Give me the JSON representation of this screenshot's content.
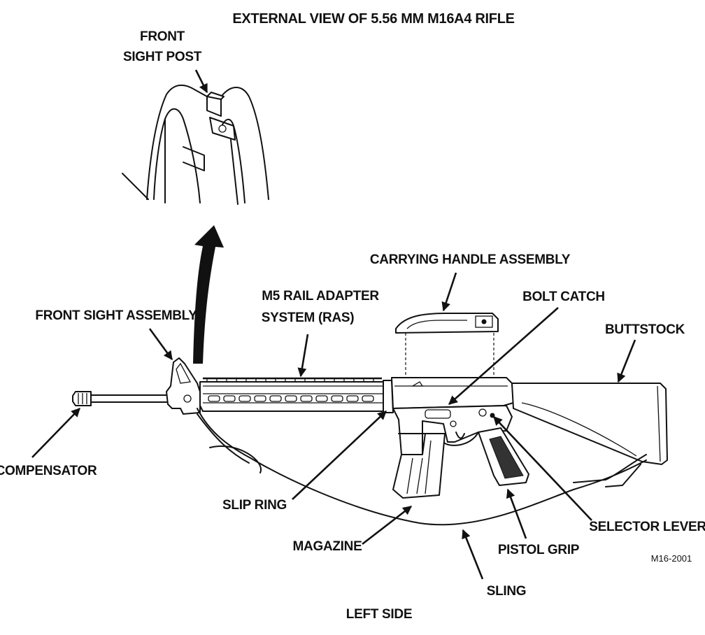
{
  "title": "EXTERNAL VIEW OF 5.56 MM M16A4 RIFLE",
  "labels": {
    "front_sight_post_1": "FRONT",
    "front_sight_post_2": "SIGHT POST",
    "carrying_handle": "CARRYING HANDLE ASSEMBLY",
    "rail_1": "M5 RAIL ADAPTER",
    "rail_2": "SYSTEM (RAS)",
    "bolt_catch": "BOLT CATCH",
    "front_sight_assembly": "FRONT SIGHT ASSEMBLY",
    "buttstock": "BUTTSTOCK",
    "compensator": "COMPENSATOR",
    "slip_ring": "SLIP RING",
    "selector_lever": "SELECTOR LEVER",
    "magazine": "MAGAZINE",
    "pistol_grip": "PISTOL GRIP",
    "sling": "SLING"
  },
  "figure_id": "M16-2001",
  "view": "LEFT SIDE"
}
